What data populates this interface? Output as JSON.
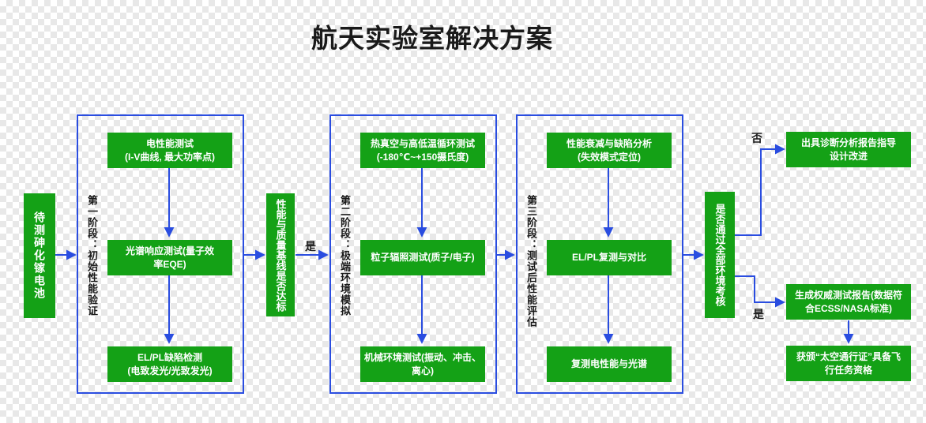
{
  "title": "航天实验室解决方案",
  "colors": {
    "green": "#14a116",
    "blue": "#2a4de0",
    "text_on_green": "#ffffff",
    "ink": "#1a1a1a"
  },
  "nodes": {
    "input": "待测砷化镓电池",
    "decision_baseline": "性能与质量基线是否达标",
    "decision_env": "是否通过全部环境考核"
  },
  "stages": [
    {
      "label": "第一阶段：初始性能验证",
      "steps": [
        "电性能测试\n(I-V曲线, 最大功率点)",
        "光谱响应测试(量子效\n率EQE)",
        "EL/PL缺陷检测\n(电致发光/光致发光)"
      ]
    },
    {
      "label": "第二阶段：极端环境模拟",
      "steps": [
        "热真空与高低温循环测试\n(-180℃~+150摄氏度)",
        "粒子辐照测试(质子/电子)",
        "机械环境测试(振动、冲击、\n离心)"
      ]
    },
    {
      "label": "第三阶段：测试后性能评估",
      "steps": [
        "性能衰减与缺陷分析\n(失效模式定位)",
        "EL/PL复测与对比",
        "复测电性能与光谱"
      ]
    }
  ],
  "branch_labels": {
    "baseline_yes": "是",
    "env_no": "否",
    "env_yes": "是"
  },
  "outcomes": {
    "no_branch": "出具诊断分析报告指导\n设计改进",
    "yes_report": "生成权威测试报告(数据符\n合ECSS/NASA标准)",
    "yes_cert": "获颁“太空通行证”具备飞\n行任务资格"
  }
}
